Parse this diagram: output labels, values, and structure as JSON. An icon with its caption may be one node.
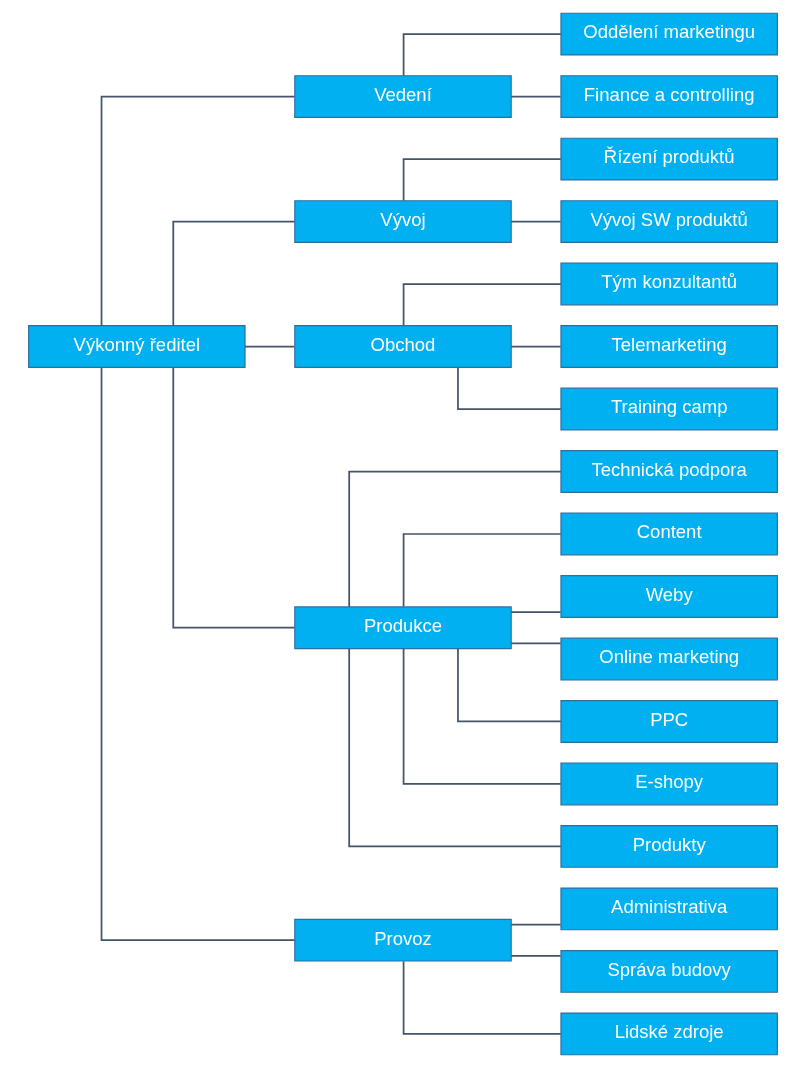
{
  "diagram": {
    "nodes": [
      {
        "text": [
          "Výkonný ředitel"
        ]
      },
      {
        "text": [
          "Vedení"
        ]
      },
      {
        "text": [
          "Oddělení marketingu"
        ]
      },
      {
        "text": [
          "Finance a controlling"
        ]
      },
      {
        "text": [
          "Vývoj"
        ]
      },
      {
        "text": [
          "Řízení produktů"
        ]
      },
      {
        "text": [
          "Vývoj SW produktů"
        ]
      },
      {
        "text": [
          "Obchod"
        ]
      },
      {
        "text": [
          "Tým konzultantů"
        ]
      },
      {
        "text": [
          "Telemarketing"
        ]
      },
      {
        "text": [
          "Training camp"
        ]
      },
      {
        "text": [
          "Produkce"
        ]
      },
      {
        "text": [
          "Technická podpora"
        ]
      },
      {
        "text": [
          "Content"
        ]
      },
      {
        "text": [
          "Weby"
        ]
      },
      {
        "text": [
          "Online marketing"
        ]
      },
      {
        "text": [
          "PPC"
        ]
      },
      {
        "text": [
          "E-shopy"
        ]
      },
      {
        "text": [
          "Produkty"
        ]
      },
      {
        "text": [
          "Provoz"
        ]
      },
      {
        "text": [
          "Administrativa"
        ]
      },
      {
        "text": [
          "Správa budovy"
        ]
      },
      {
        "text": [
          "Lidské zdroje"
        ]
      }
    ],
    "edges": [
      {
        "from": 0,
        "to": 1,
        "arrow": "none"
      },
      {
        "from": 0,
        "to": 4,
        "arrow": "none"
      },
      {
        "from": 0,
        "to": 7,
        "arrow": "none"
      },
      {
        "from": 0,
        "to": 11,
        "arrow": "none"
      },
      {
        "from": 0,
        "to": 19,
        "arrow": "none"
      },
      {
        "from": 1,
        "to": 2,
        "arrow": "none"
      },
      {
        "from": 1,
        "to": 3,
        "arrow": "none"
      },
      {
        "from": 4,
        "to": 5,
        "arrow": "none"
      },
      {
        "from": 4,
        "to": 6,
        "arrow": "none"
      },
      {
        "from": 7,
        "to": 8,
        "arrow": "none"
      },
      {
        "from": 7,
        "to": 9,
        "arrow": "none"
      },
      {
        "from": 7,
        "to": 10,
        "arrow": "none"
      },
      {
        "from": 11,
        "to": 12,
        "arrow": "none"
      },
      {
        "from": 11,
        "to": 13,
        "arrow": "none"
      },
      {
        "from": 11,
        "to": 14,
        "arrow": "none"
      },
      {
        "from": 11,
        "to": 15,
        "arrow": "none"
      },
      {
        "from": 11,
        "to": 16,
        "arrow": "none"
      },
      {
        "from": 11,
        "to": 17,
        "arrow": "none"
      },
      {
        "from": 11,
        "to": 18,
        "arrow": "none"
      },
      {
        "from": 19,
        "to": 20,
        "arrow": "none"
      },
      {
        "from": 19,
        "to": 21,
        "arrow": "none"
      },
      {
        "from": 19,
        "to": 22,
        "arrow": "none"
      }
    ]
  }
}
